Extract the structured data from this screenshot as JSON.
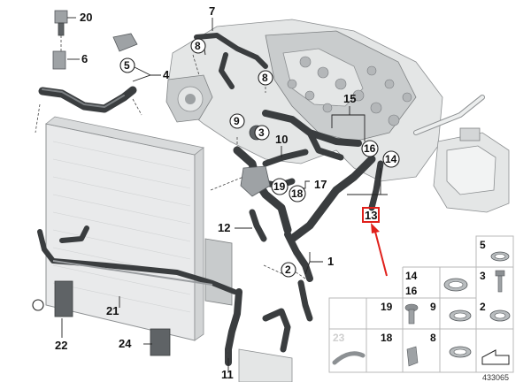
{
  "diagram": {
    "callouts": {
      "c1": "1",
      "c2": "2",
      "c3": "3",
      "c4": "4",
      "c5": "5",
      "c6": "6",
      "c7": "7",
      "c8a": "8",
      "c8b": "8",
      "c9": "9",
      "c10": "10",
      "c11": "11",
      "c12": "12",
      "c13": "13",
      "c14": "14",
      "c15": "15",
      "c16": "16",
      "c17": "17",
      "c18": "18",
      "c19": "19",
      "c20": "20",
      "c21": "21",
      "c22": "22",
      "c24": "24"
    },
    "parts_grid": {
      "cells": [
        {
          "num": "5"
        },
        {
          "num": "14"
        },
        {
          "num": "16"
        },
        {
          "num": "3"
        },
        {
          "num": "19"
        },
        {
          "num": "9"
        },
        {
          "num": "2"
        },
        {
          "num": "23"
        },
        {
          "num": "18"
        },
        {
          "num": "8"
        }
      ]
    },
    "reference_number": "433065",
    "highlight_color": "#e0201b"
  }
}
